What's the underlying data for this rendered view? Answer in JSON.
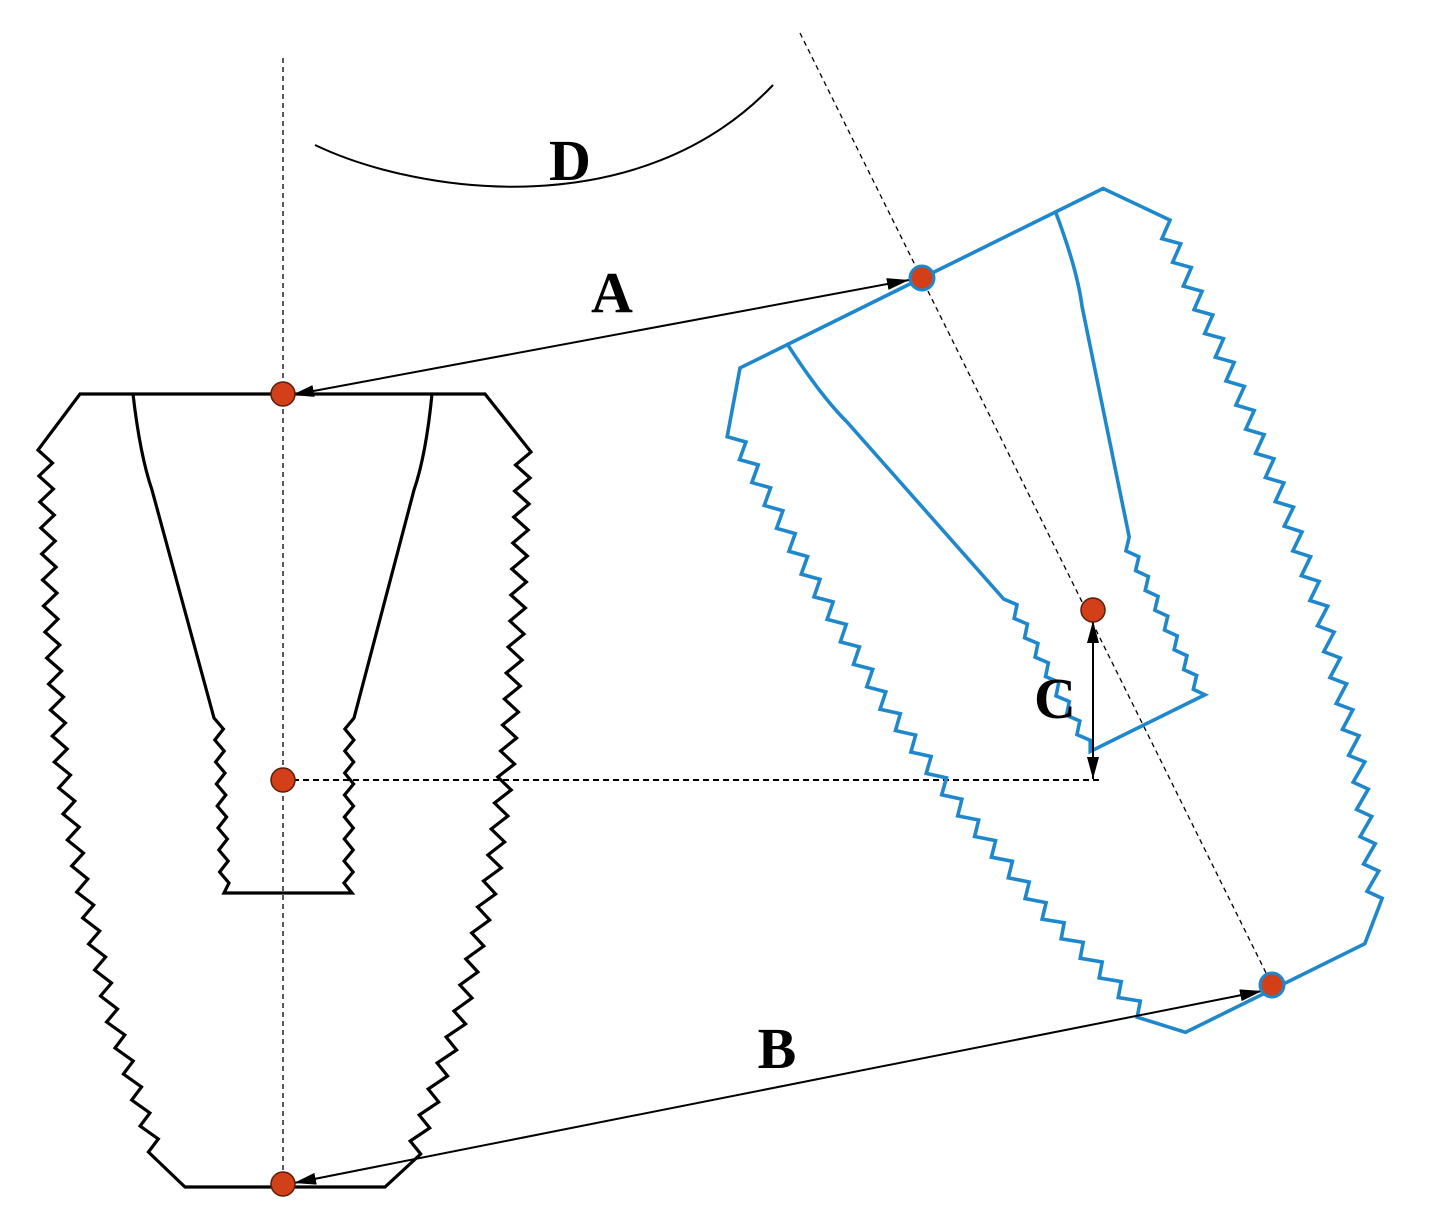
{
  "labels": {
    "a": "A",
    "b": "B",
    "c": "C",
    "d": "D"
  },
  "colors": {
    "planned_implant": "#000000",
    "placed_implant": "#1f88cc",
    "reference_point": "#d23f18",
    "reference_point_outline": "#5a1e0c"
  }
}
